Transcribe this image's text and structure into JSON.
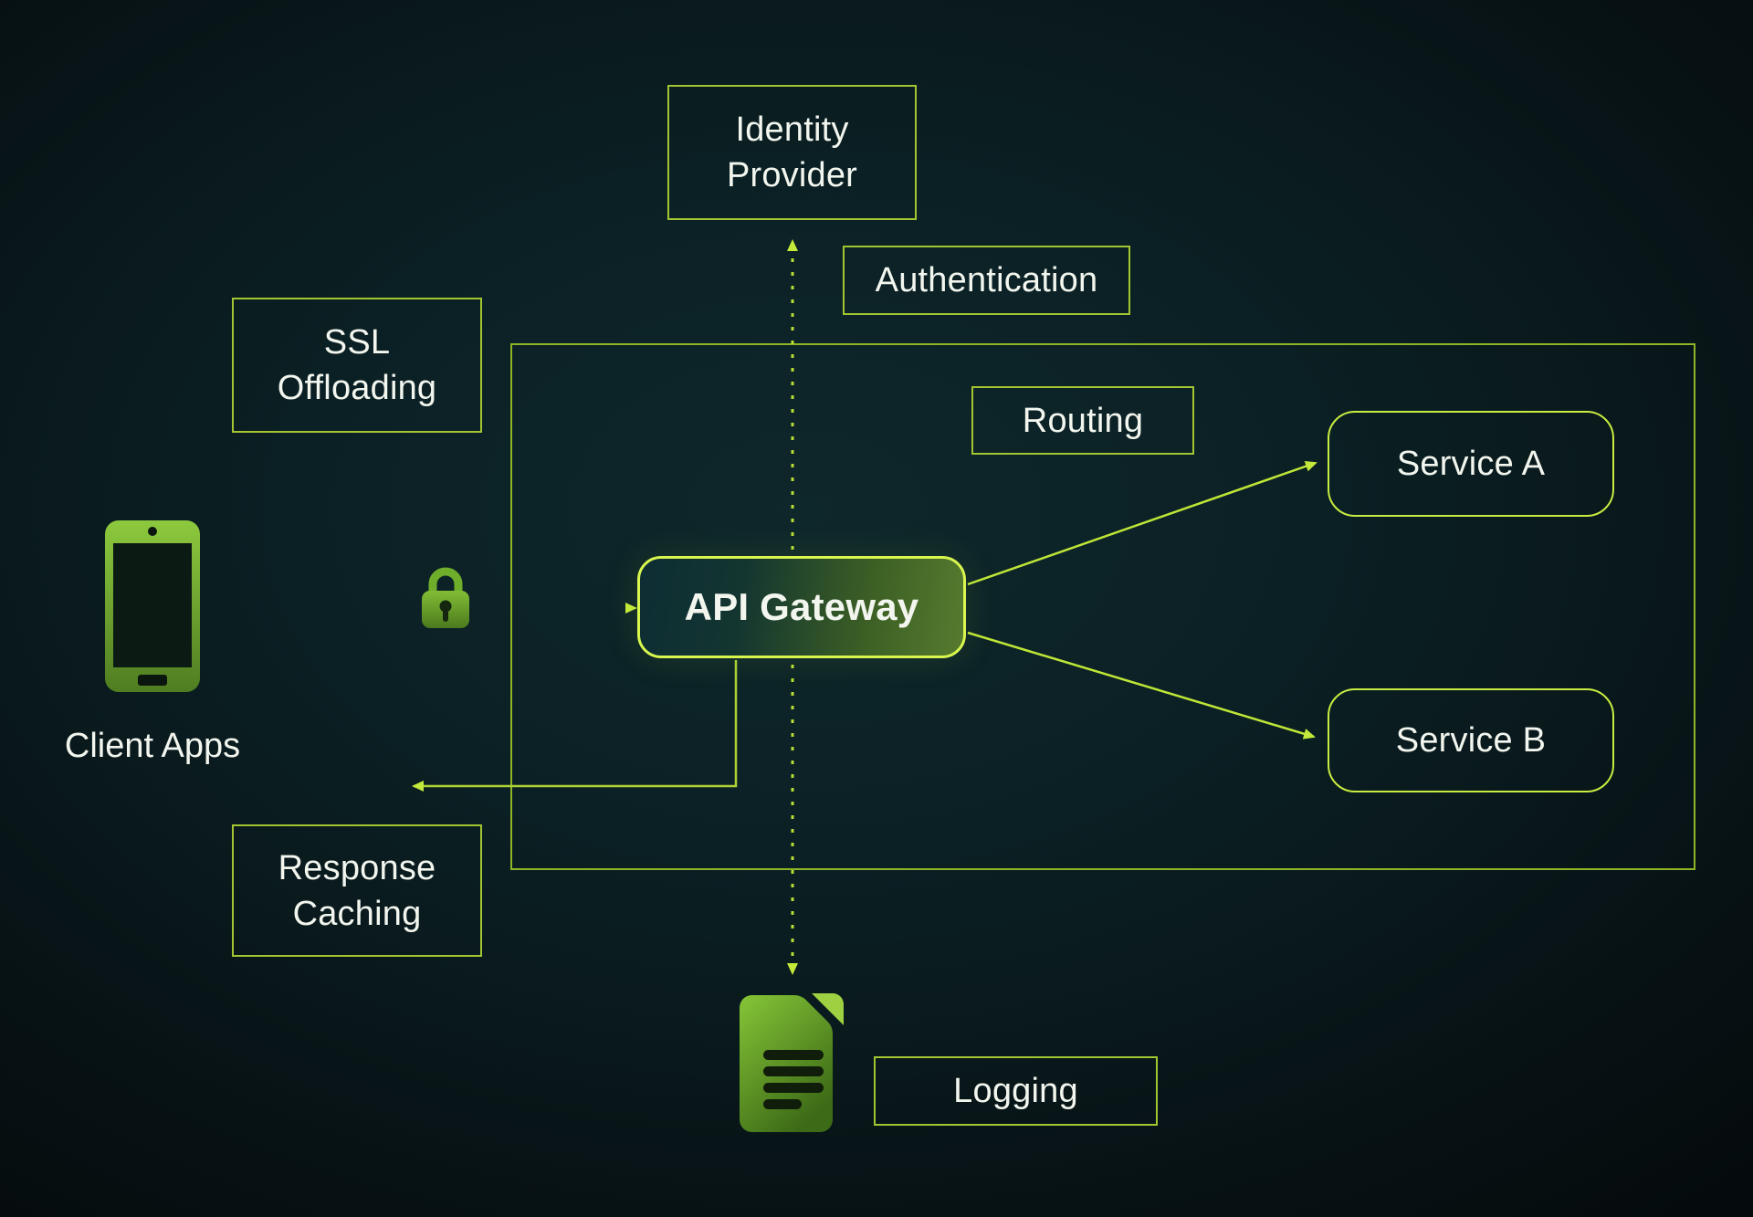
{
  "colors": {
    "background_center": "#0e272b",
    "background_edge": "#050b0d",
    "connector_line": "#bfe637",
    "box_border": "#a3c531",
    "rounded_box_border": "#c8ec41",
    "gateway_border": "#d8f64e",
    "gateway_fill_left": "#0d2d34",
    "gateway_fill_right": "#567b2e",
    "icon_green_light": "#8dc93e",
    "icon_green_dark": "#4a7a1d",
    "text": "#f2f6ee"
  },
  "nodes": {
    "identity_provider": {
      "line1": "Identity",
      "line2": "Provider"
    },
    "authentication": {
      "label": "Authentication"
    },
    "ssl_offloading": {
      "line1": "SSL",
      "line2": "Offloading"
    },
    "routing": {
      "label": "Routing"
    },
    "service_a": {
      "label": "Service A"
    },
    "service_b": {
      "label": "Service B"
    },
    "api_gateway": {
      "label": "API Gateway"
    },
    "response_caching": {
      "line1": "Response",
      "line2": "Caching"
    },
    "logging": {
      "label": "Logging"
    },
    "client_apps": {
      "label": "Client Apps"
    }
  },
  "icons": {
    "phone": "smartphone-icon",
    "lock": "lock-icon",
    "document": "document-icon"
  }
}
